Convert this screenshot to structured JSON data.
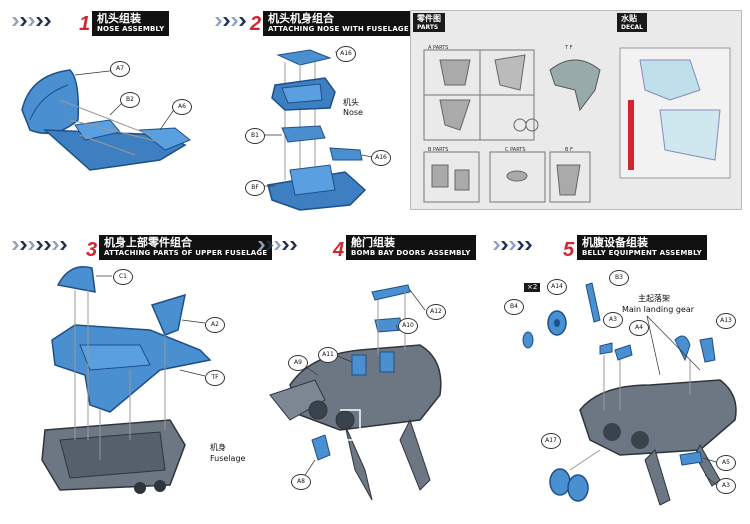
{
  "steps": [
    {
      "num": "1",
      "cn": "机头组装",
      "en": "NOSE ASSEMBLY"
    },
    {
      "num": "2",
      "cn": "机头机身组合",
      "en": "ATTACHING NOSE WITH FUSELAGE"
    },
    {
      "num": "3",
      "cn": "机身上部零件组合",
      "en": "ATTACHING PARTS OF UPPER FUSELAGE"
    },
    {
      "num": "4",
      "cn": "舱门组装",
      "en": "BOMB BAY DOORS ASSEMBLY"
    },
    {
      "num": "5",
      "cn": "机腹设备组装",
      "en": "BELLY EQUIPMENT ASSEMBLY"
    }
  ],
  "parts_panel": {
    "cn": "零件图",
    "en": "PARTS"
  },
  "decal_panel": {
    "cn": "水贴",
    "en": "DECAL"
  },
  "sheet_labels": {
    "a": "A PARTS",
    "tf": "T F",
    "b": "B PARTS",
    "c": "C PARTS",
    "bf": "B F"
  },
  "labels": {
    "s1": [
      "A7",
      "B2",
      "A6"
    ],
    "s2": [
      "A16",
      "B1",
      "A16",
      "BF"
    ],
    "s3": [
      "C1",
      "A2",
      "TF"
    ],
    "s4": [
      "A12",
      "A10",
      "A11",
      "A9",
      "A8"
    ],
    "s5": [
      "A14",
      "B3",
      "B4",
      "A3",
      "A4",
      "A13",
      "A17",
      "A5",
      "A3"
    ]
  },
  "notes": {
    "nose_cn": "机头",
    "nose_en": "Nose",
    "fuselage_cn": "机身",
    "fuselage_en": "Fuselage",
    "gear_cn": "主起落架",
    "gear_en": "Main landing gear",
    "qty": "×2"
  },
  "colors": {
    "part_blue": "#4a90d0",
    "dark_blue": "#1d4f8a",
    "grey_body": "#6d7784",
    "red": "#d0262d"
  }
}
